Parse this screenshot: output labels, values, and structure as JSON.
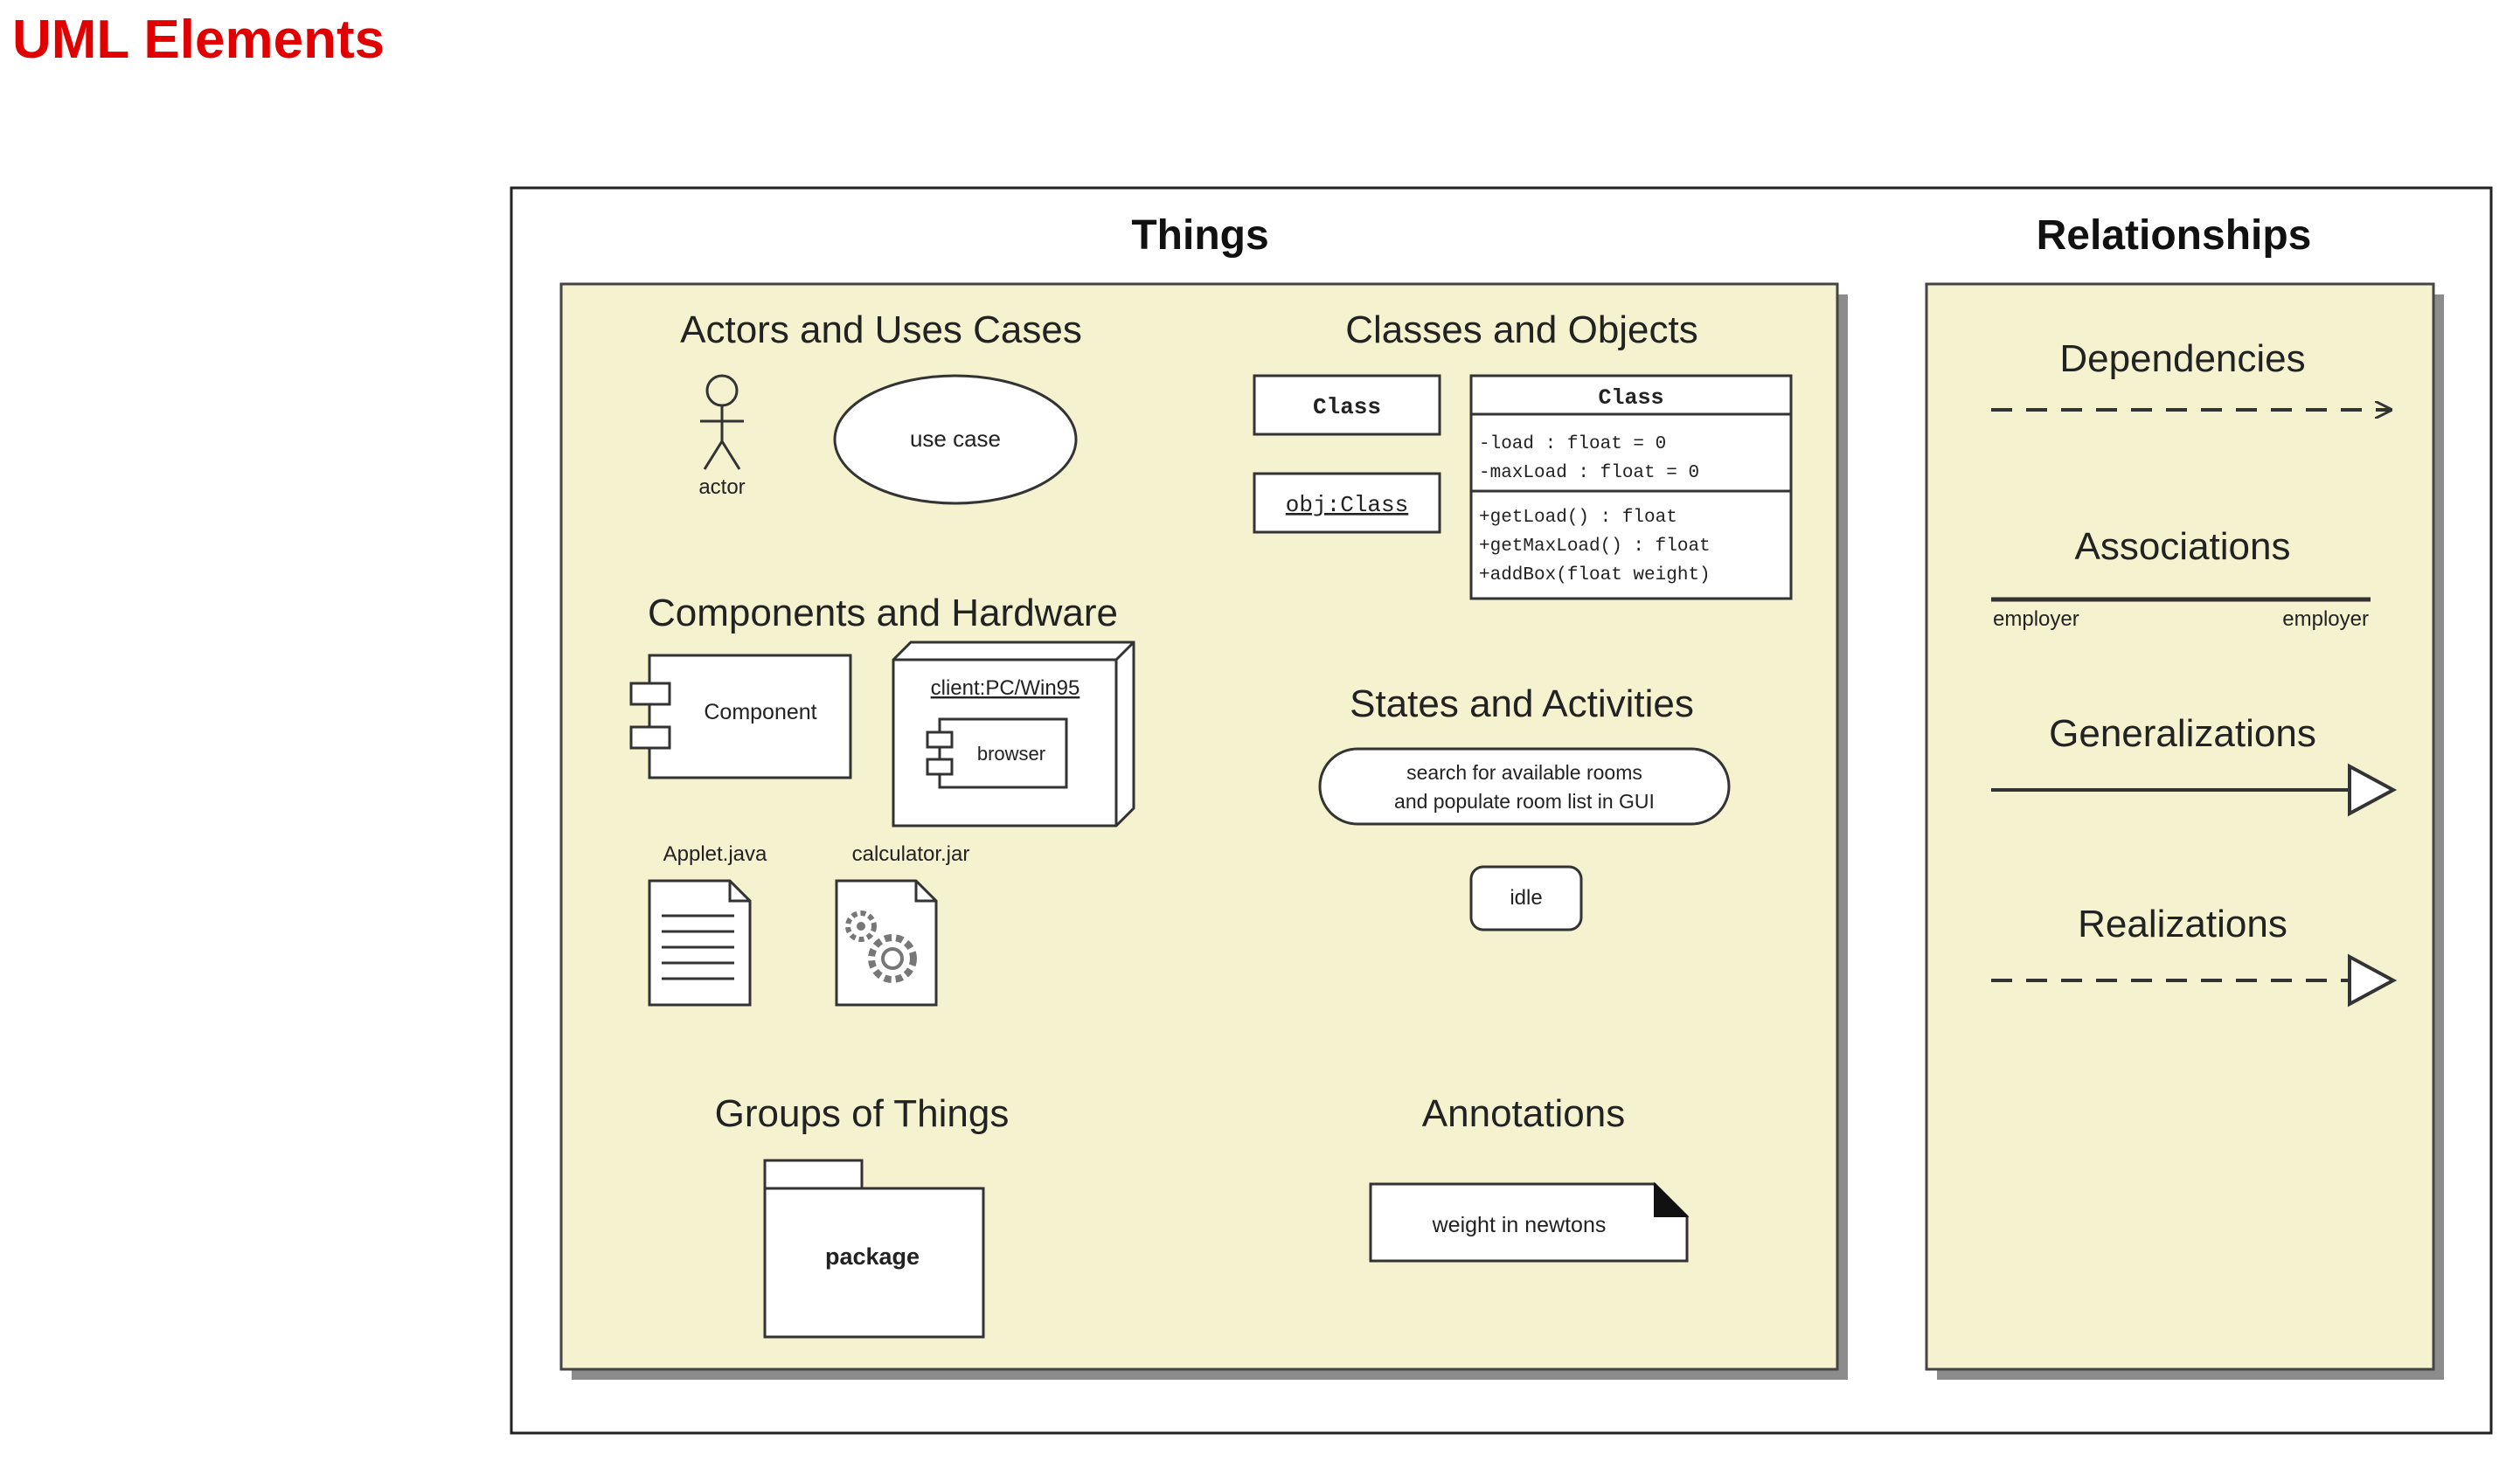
{
  "page_title": "UML Elements",
  "things": {
    "heading": "Things",
    "actors": {
      "heading": "Actors and Uses Cases",
      "actor_label": "actor",
      "use_case_label": "use case"
    },
    "classes": {
      "heading": "Classes and Objects",
      "simple_class": "Class",
      "object": "obj:Class",
      "full_class": {
        "name": "Class",
        "attributes": [
          "-load : float = 0",
          "-maxLoad : float = 0"
        ],
        "operations": [
          "+getLoad() : float",
          "+getMaxLoad() : float",
          "+addBox(float weight)"
        ]
      }
    },
    "components": {
      "heading": "Components and Hardware",
      "component_label": "Component",
      "node_label": "client:PC/Win95",
      "node_component_label": "browser",
      "file_java": "Applet.java",
      "file_jar": "calculator.jar"
    },
    "states": {
      "heading": "States and Activities",
      "activity_line1": "search for available rooms",
      "activity_line2": "and populate room list in GUI",
      "state_label": "idle"
    },
    "groups": {
      "heading": "Groups of Things",
      "package_label": "package"
    },
    "annotations": {
      "heading": "Annotations",
      "note_label": "weight in newtons"
    }
  },
  "relationships": {
    "heading": "Relationships",
    "dependencies": "Dependencies",
    "associations": "Associations",
    "assoc_left_role": "employer",
    "assoc_right_role": "employer",
    "generalizations": "Generalizations",
    "realizations": "Realizations"
  },
  "colors": {
    "title_red": "#e00000",
    "panel_fill": "#f4f2cf",
    "panel_shadow": "#8c8c8c",
    "line": "#333333"
  }
}
